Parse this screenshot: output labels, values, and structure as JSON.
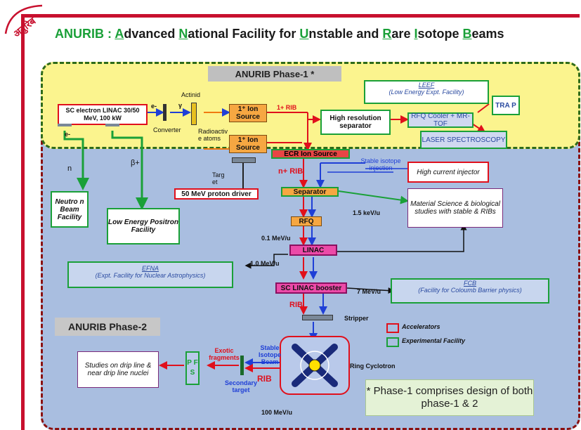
{
  "logo": {
    "text": "अनुरिब"
  },
  "title": {
    "prefix": "ANURIB : ",
    "parts": [
      {
        "first": "A",
        "rest": "dvanced "
      },
      {
        "first": "N",
        "rest": "ational Facility for "
      },
      {
        "first": "U",
        "rest": "nstable and "
      },
      {
        "first": "R",
        "rest": "are "
      },
      {
        "first": "I",
        "rest": "sotope "
      },
      {
        "first": "B",
        "rest": "eams"
      }
    ]
  },
  "phase1": {
    "label": "ANURIB Phase-1 *"
  },
  "phase2": {
    "label": "ANURIB Phase-2"
  },
  "nodes": {
    "linac": "SC electron LINAC 30/50 MeV, 100 kW",
    "converter": "Converter",
    "actinid": "Actinid",
    "radioactive": "Radioactiv e atoms",
    "ion_source_1": "1⁺ Ion Source",
    "ion_source_2": "1⁺ Ion Source",
    "rib_1plus": "1+ RIB",
    "hrs": "High resolution separator",
    "leef": "LEEF",
    "leef_sub": "(Low Energy Expt. Facility)",
    "trap": "TRA P",
    "rfq_cooler": "RFQ Cooler + MR-TOF",
    "laser": "LASER SPECTROSCOPY",
    "ecr": "ECR Ion Source",
    "stable_inj": "Stable isotope injection",
    "high_current": "High current injector",
    "n_rib": "n+ RIB",
    "target": "Targ et",
    "proton": "50 MeV proton driver",
    "separator": "Separator",
    "material": "Material Science & biological studies with stable & RIBs",
    "kev": "1.5 keV/u",
    "rfq": "RFQ",
    "mev01": "0.1 MeV/u",
    "linac2": "LINAC",
    "mev10": "1.0 MeV/u",
    "efna": "EFNA",
    "efna_sub": "(Expt. Facility for Nuclear Astrophysics)",
    "sc_linac": "SC LINAC booster",
    "mev7": "7 MeV/u",
    "fcb": "FCB",
    "fcb_sub": "(Facility for Coloumb Barrier physics)",
    "rib": "RIB",
    "stripper": "Stripper",
    "neutron": "Neutro n Beam Facility",
    "positron": "Low Energy Positron Facility",
    "em": "e-",
    "gamma": "γ",
    "n": "n",
    "beta": "β+",
    "stable_beam": "Stable Isotope Beam",
    "exotic": "Exotic fragments",
    "rib2": "RIB",
    "secondary": "Secondary target",
    "ring": "Ring Cyclotron",
    "mev100": "100 MeV/u",
    "pfs": "P F S",
    "drip": "Studies on drip line & near drip line nuclei"
  },
  "legend": {
    "accelerators": "Accelerators",
    "experimental": "Experimental Facility"
  },
  "note": "* Phase-1 comprises design of both phase-1 & 2",
  "colors": {
    "red": "#e0101c",
    "green": "#1aa038",
    "blue": "#1f3fd6",
    "phase1_bg": "#fbf48e",
    "phase2_bg": "#a9bee0"
  }
}
